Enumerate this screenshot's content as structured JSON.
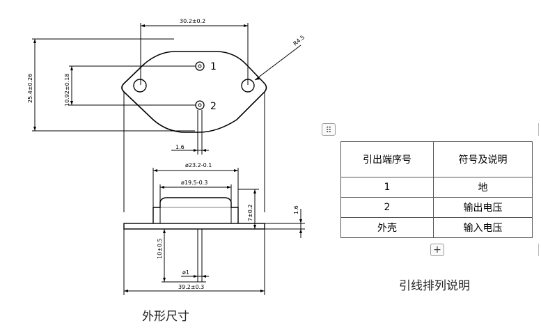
{
  "drawing": {
    "dim_width": "30.2±0.2",
    "dim_radius": "R4.5",
    "dim_height": "25.4±0.26",
    "dim_pin_spacing": "10.92±0.18",
    "dim_pin_dia": "1.6",
    "dim_cap_outer": "ø23.2-0.1",
    "dim_cap_inner": "ø19.5-0.3",
    "dim_cap_height": "7±0.2",
    "dim_flange": "1.6",
    "dim_lead_length": "10±0.5",
    "dim_lead_dia": "ø1",
    "dim_total_width": "39.2±0.3",
    "pin1": "1",
    "pin2": "2"
  },
  "captions": {
    "left": "外形尺寸",
    "right": "引线排列说明"
  },
  "table": {
    "headers": [
      "引出端序号",
      "符号及说明"
    ],
    "rows": [
      [
        "1",
        "地"
      ],
      [
        "2",
        "输出电压"
      ],
      [
        "外壳",
        "输入电压"
      ]
    ]
  },
  "controls": {
    "drag_icon": "⠿",
    "add_icon": "+"
  }
}
